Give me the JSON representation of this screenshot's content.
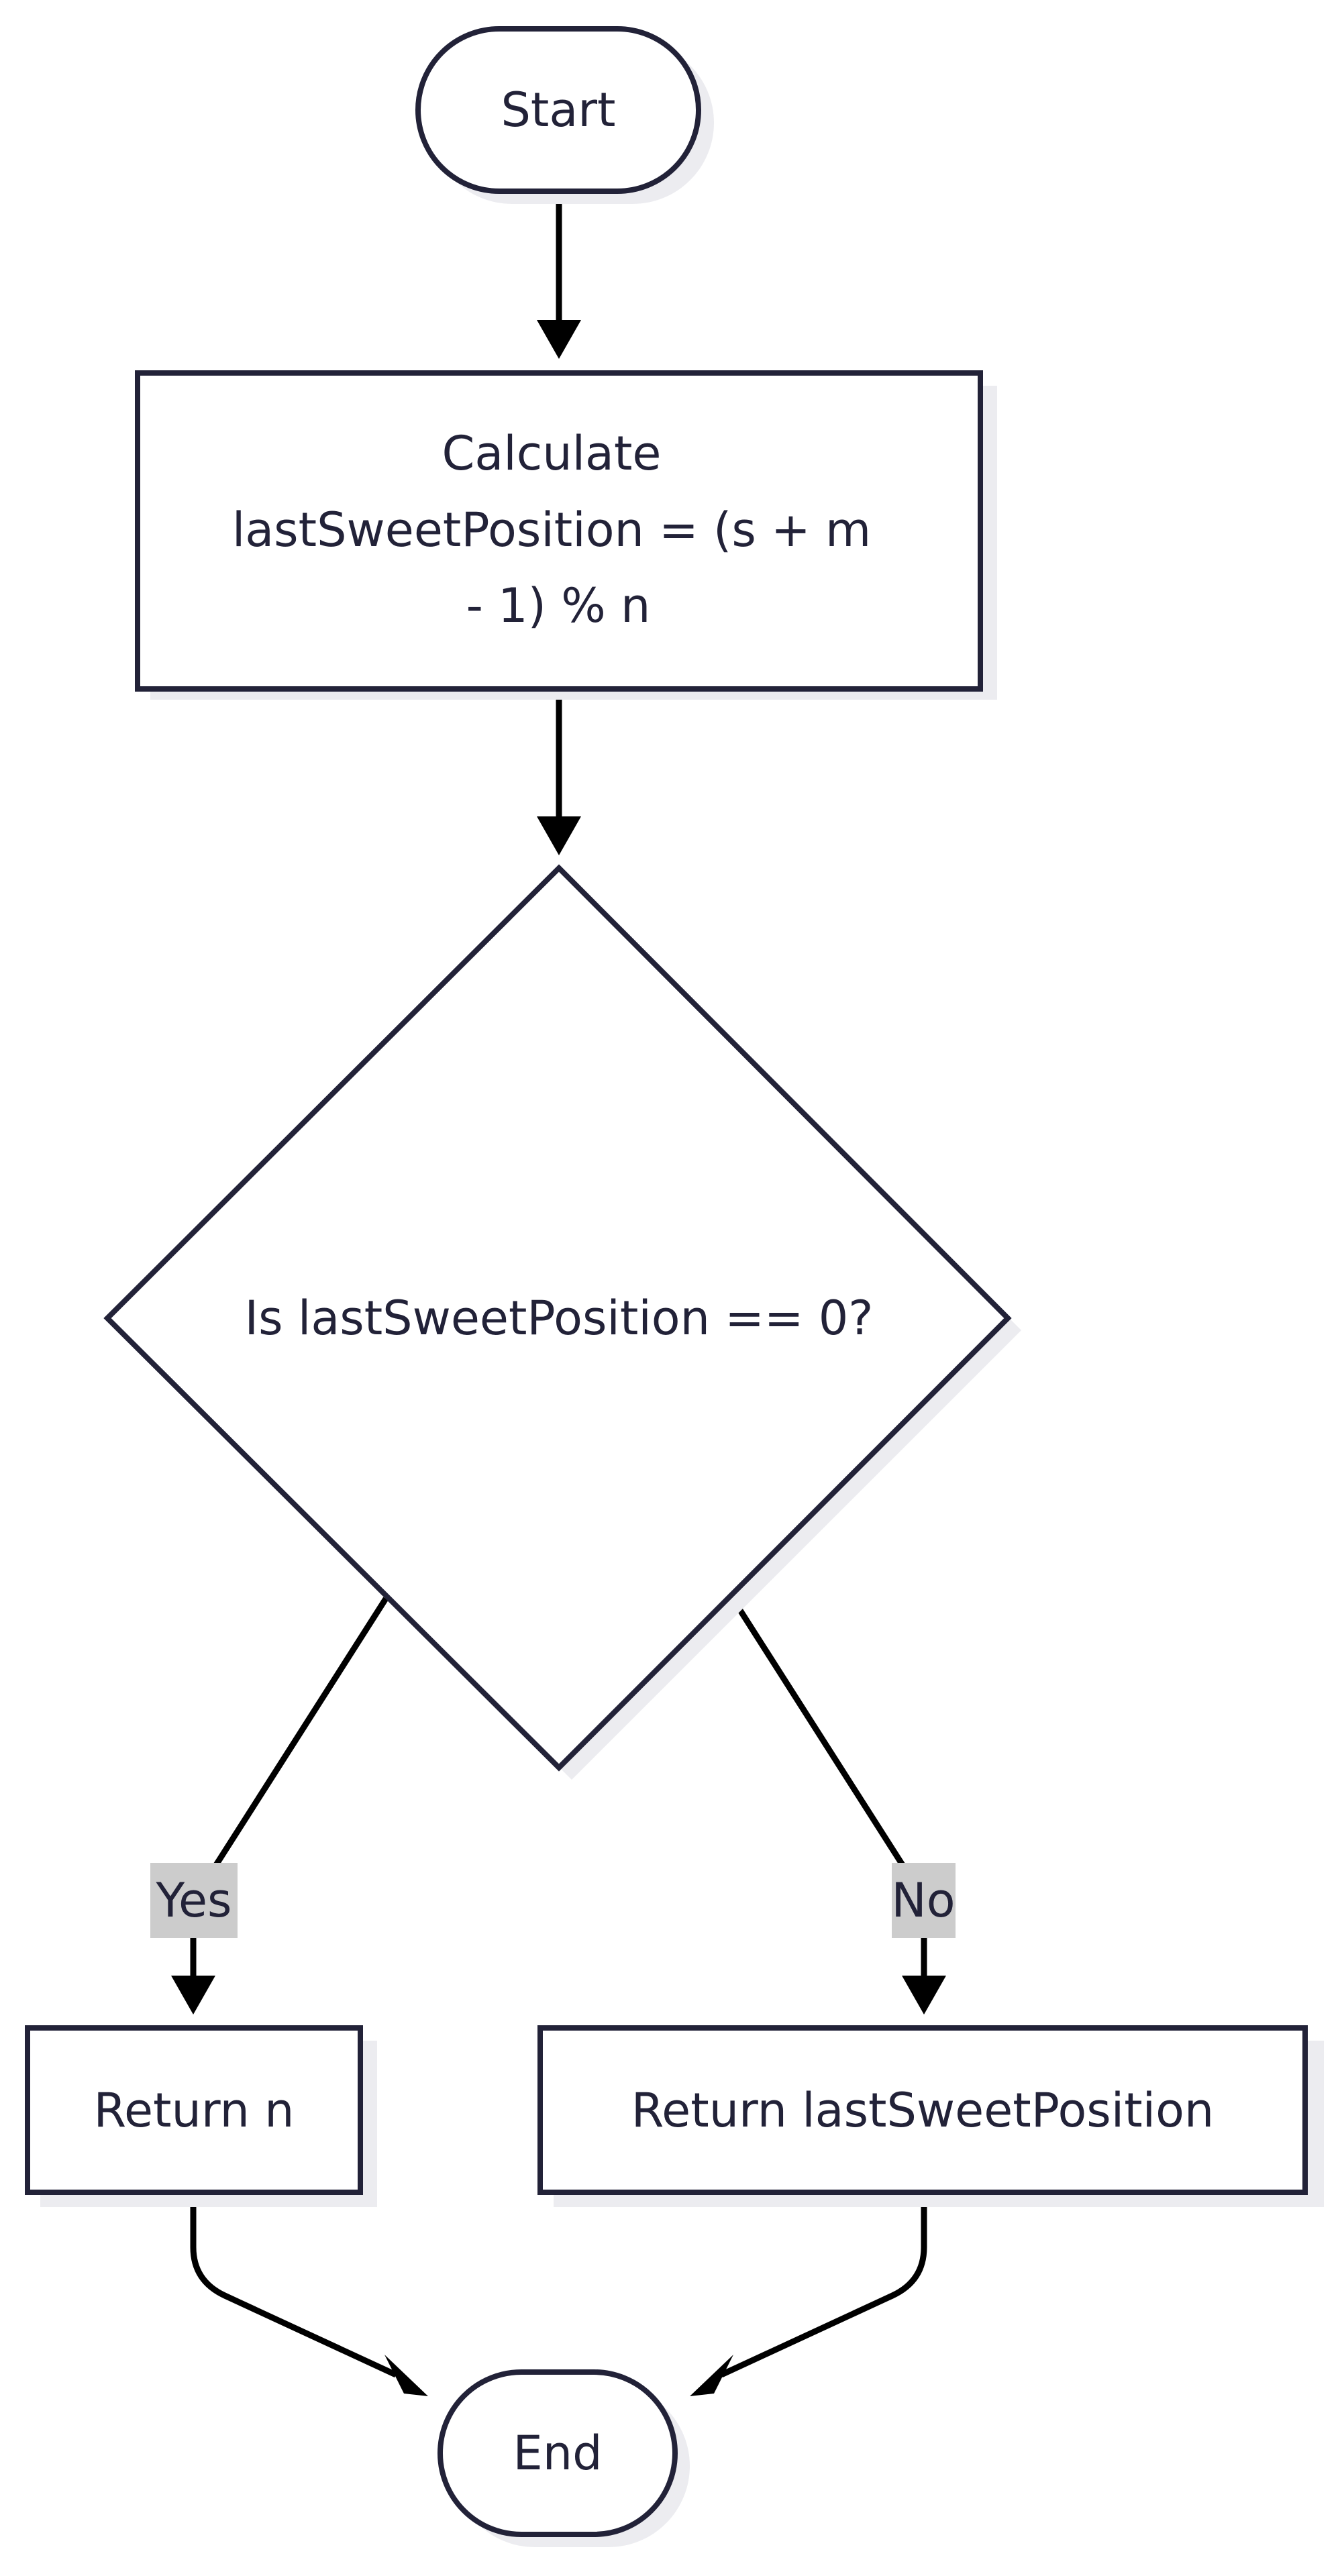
{
  "diagram": {
    "nodes": {
      "start": {
        "label": "Start"
      },
      "calculate": {
        "lines": [
          "Calculate",
          "lastSweetPosition = (s + m",
          "- 1) % n"
        ]
      },
      "decision": {
        "label": "Is lastSweetPosition == 0?"
      },
      "return_n": {
        "label": "Return n"
      },
      "return_pos": {
        "label": "Return lastSweetPosition"
      },
      "end": {
        "label": "End"
      }
    },
    "edges": {
      "yes_label": "Yes",
      "no_label": "No"
    }
  }
}
